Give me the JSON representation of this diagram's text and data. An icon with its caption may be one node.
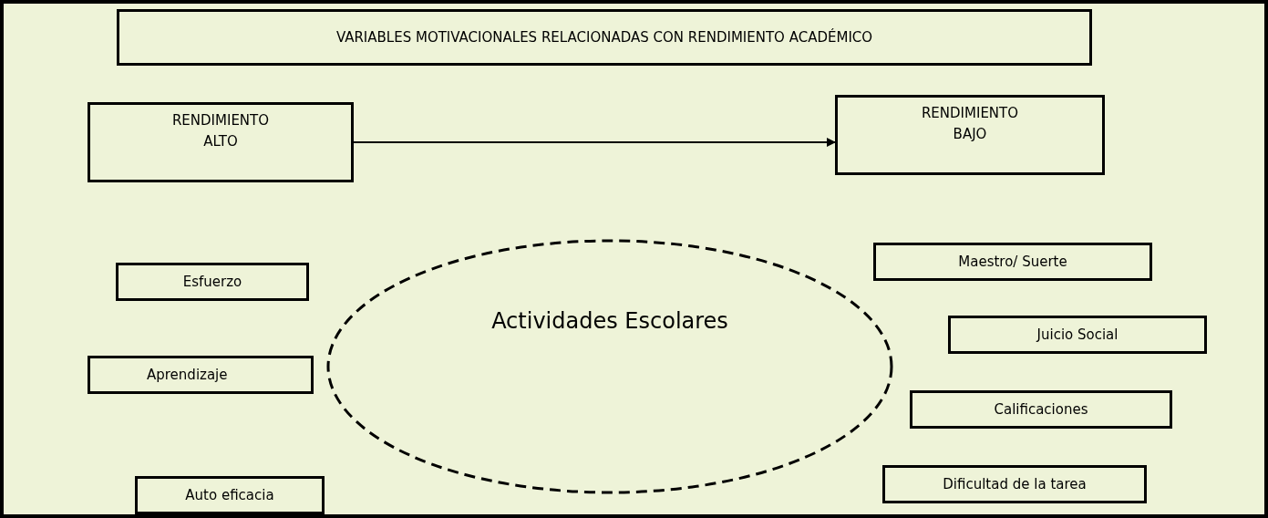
{
  "diagram": {
    "nodes": [
      {
        "text": [
          "VARIABLES MOTIVACIONALES RELACIONADAS CON RENDIMIENTO ACADÉMICO"
        ]
      },
      {
        "text": [
          "RENDIMIENTO ALTO"
        ]
      },
      {
        "text": [
          "RENDIMIENTO BAJO"
        ]
      },
      {
        "text": [
          "Esfuerzo"
        ]
      },
      {
        "text": [
          "Actividades Escolares"
        ]
      },
      {
        "text": [
          "Maestro/ Suerte"
        ]
      },
      {
        "text": [
          "Aprendizaje"
        ]
      },
      {
        "text": [
          "Juicio Social"
        ]
      },
      {
        "text": [
          "Calificaciones"
        ]
      },
      {
        "text": [
          "Auto eficacia"
        ]
      },
      {
        "text": [
          "Dificultad de la tarea"
        ]
      }
    ],
    "edges": [
      {
        "from": 1,
        "to": 2,
        "arrow": "to"
      }
    ]
  }
}
